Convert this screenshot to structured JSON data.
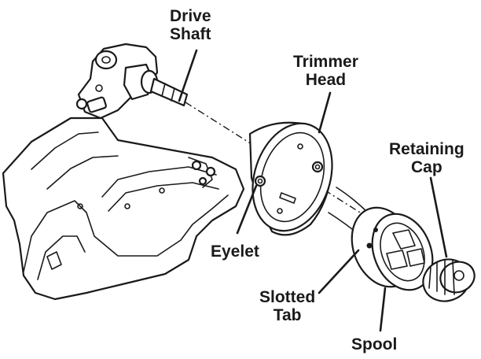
{
  "labels": {
    "drive_shaft": [
      "Drive",
      "Shaft"
    ],
    "trimmer_head": [
      "Trimmer",
      "Head"
    ],
    "retaining_cap": [
      "Retaining",
      "Cap"
    ],
    "eyelet": [
      "Eyelet"
    ],
    "slotted_tab": [
      "Slotted",
      "Tab"
    ],
    "spool": [
      "Spool"
    ]
  },
  "colors": {
    "ink": "#1a1a1a",
    "paper": "#ffffff"
  }
}
